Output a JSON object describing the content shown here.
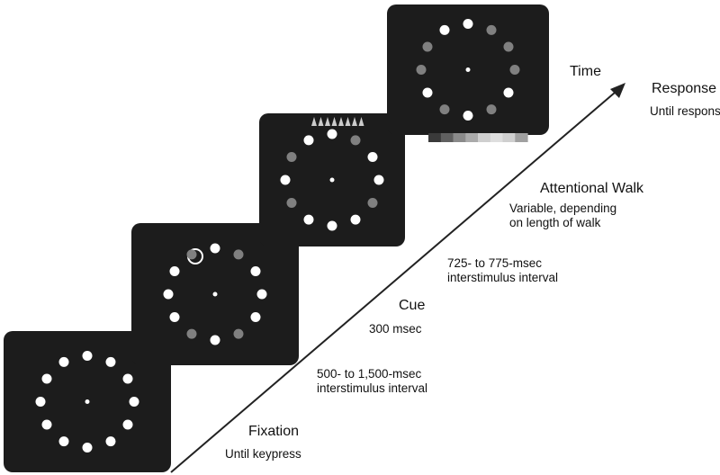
{
  "axis_label": "Time",
  "stages": [
    {
      "title": "Fixation",
      "detail": "Until keypress"
    },
    {
      "title": "Cue",
      "detail": "300 msec"
    },
    {
      "title": "Attentional Walk",
      "detail": "Variable, depending\non length of walk"
    },
    {
      "title": "Response",
      "detail": "Until response"
    }
  ],
  "intervals": [
    "500- to 1,500-msec\ninterstimulus interval",
    "725- to 775-msec\ninterstimulus interval"
  ],
  "colors": {
    "screen": "#1c1c1c",
    "dot_bright": "#ffffff",
    "dot_gray": "#808080",
    "arrow": "#222222"
  }
}
